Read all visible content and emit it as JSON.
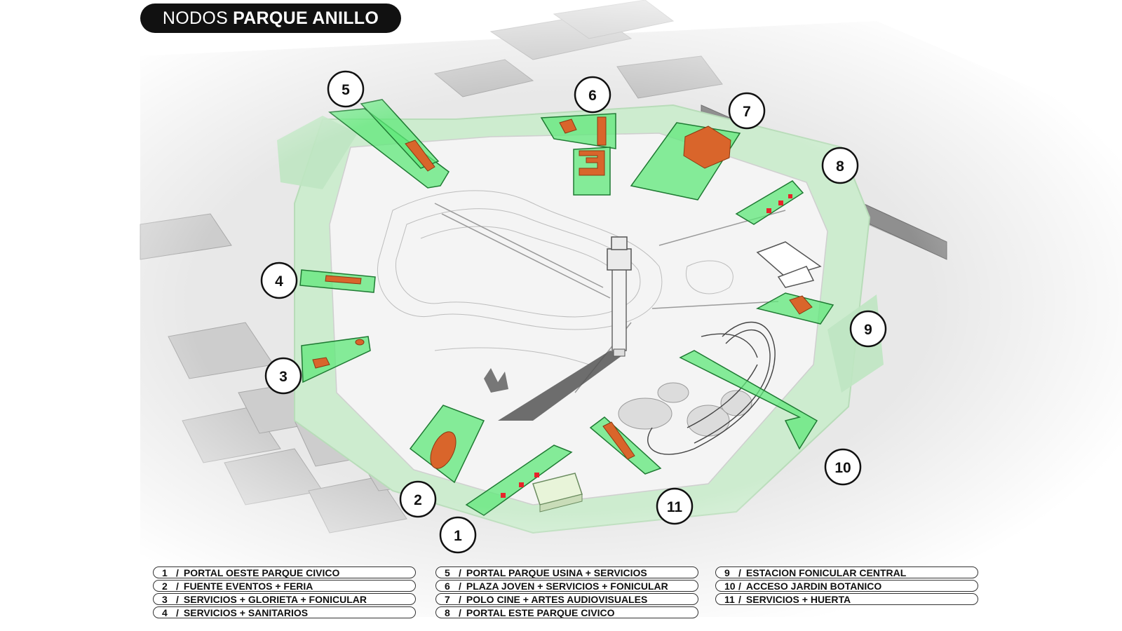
{
  "title": {
    "prefix": "NODOS",
    "main": "PARQUE ANILLO"
  },
  "colors": {
    "node_fill": "#5fe87a",
    "building": "#d9652b",
    "park": "#cfeecf",
    "ground": "#e6e6e6",
    "buildings_gray": "#c8c8c8",
    "title_bg": "#111111"
  },
  "nodes": [
    {
      "num": "1",
      "label": "PORTAL OESTE PARQUE CIVICO"
    },
    {
      "num": "2",
      "label": "FUENTE EVENTOS + FERIA"
    },
    {
      "num": "3",
      "label": "SERVICIOS + GLORIETA + FONICULAR"
    },
    {
      "num": "4",
      "label": "SERVICIOS + SANITARIOS"
    },
    {
      "num": "5",
      "label": "PORTAL PARQUE USINA + SERVICIOS"
    },
    {
      "num": "6",
      "label": "PLAZA JOVEN + SERVICIOS + FONICULAR"
    },
    {
      "num": "7",
      "label": "POLO CINE + ARTES AUDIOVISUALES"
    },
    {
      "num": "8",
      "label": "PORTAL ESTE PARQUE CIVICO"
    },
    {
      "num": "9",
      "label": "ESTACION FONICULAR CENTRAL"
    },
    {
      "num": "10",
      "label": "ACCESO JARDIN BOTANICO"
    },
    {
      "num": "11",
      "label": "SERVICIOS  + HUERTA"
    }
  ]
}
